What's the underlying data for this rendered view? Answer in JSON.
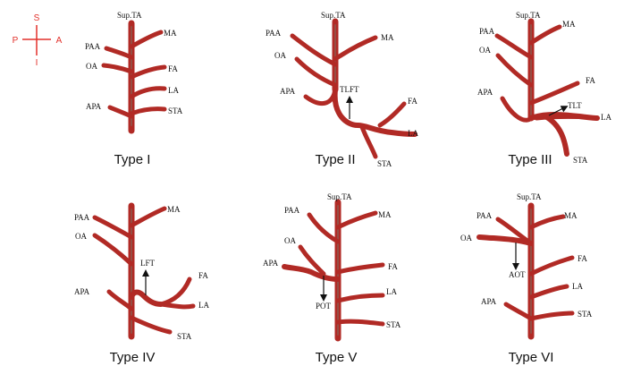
{
  "orientation": {
    "superior": "S",
    "inferior": "I",
    "posterior": "P",
    "anterior": "A",
    "color": "#e2312b"
  },
  "vessel_colors": {
    "main": "#b12a25",
    "shade": "#7f6b5f"
  },
  "panels": {
    "t1": {
      "title": "Type I",
      "labels": {
        "top": "Sup.TA",
        "ma": "MA",
        "paa": "PAA",
        "oa": "OA",
        "fa": "FA",
        "la": "LA",
        "apa": "APA",
        "sta": "STA"
      }
    },
    "t2": {
      "title": "Type II",
      "labels": {
        "top": "Sup.TA",
        "paa": "PAA",
        "ma": "MA",
        "oa": "OA",
        "tlft": "TLFT",
        "apa": "APA",
        "fa": "FA",
        "la": "LA",
        "sta": "STA"
      }
    },
    "t3": {
      "title": "Type III",
      "labels": {
        "top": "Sup.TA",
        "paa": "PAA",
        "ma": "MA",
        "oa": "OA",
        "fa": "FA",
        "apa": "APA",
        "tlt": "TLT",
        "la": "LA",
        "sta": "STA"
      }
    },
    "t4": {
      "title": "Type IV",
      "labels": {
        "paa": "PAA",
        "ma": "MA",
        "oa": "OA",
        "lft": "LFT",
        "fa": "FA",
        "apa": "APA",
        "la": "LA",
        "sta": "STA"
      }
    },
    "t5": {
      "title": "Type V",
      "labels": {
        "top": "Sup.TA",
        "paa": "PAA",
        "ma": "MA",
        "oa": "OA",
        "apa": "APA",
        "fa": "FA",
        "la": "LA",
        "pot": "POT",
        "sta": "STA"
      }
    },
    "t6": {
      "title": "Type VI",
      "labels": {
        "top": "Sup.TA",
        "paa": "PAA",
        "ma": "MA",
        "oa": "OA",
        "fa": "FA",
        "aot": "AOT",
        "la": "LA",
        "apa": "APA",
        "sta": "STA"
      }
    }
  }
}
